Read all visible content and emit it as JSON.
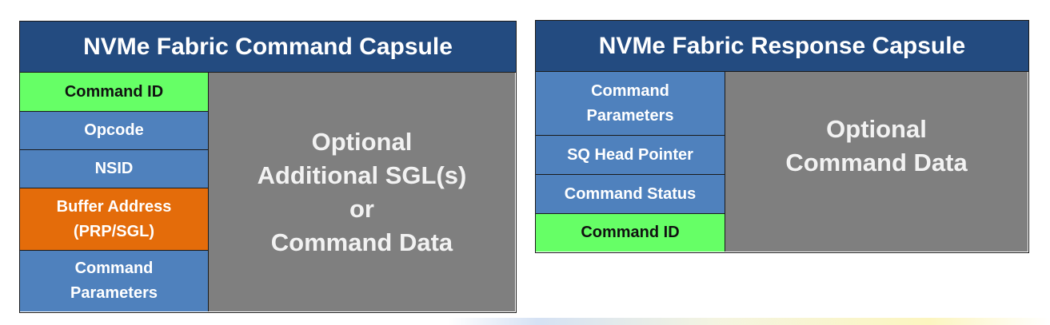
{
  "command_capsule": {
    "title": "NVMe Fabric Command Capsule",
    "fields": [
      {
        "label": "Command ID",
        "color": "#66ff66"
      },
      {
        "label": "Opcode",
        "color": "#4f81bd"
      },
      {
        "label": "NSID",
        "color": "#4f81bd"
      },
      {
        "label": "Buffer Address\n(PRP/SGL)",
        "color": "#e46c0a"
      },
      {
        "label": "Command\nParameters",
        "color": "#4f81bd"
      }
    ],
    "data_area": "Optional\nAdditional SGL(s)\nor\nCommand Data"
  },
  "response_capsule": {
    "title": "NVMe Fabric Response Capsule",
    "fields": [
      {
        "label": "Command\nParameters",
        "color": "#4f81bd"
      },
      {
        "label": "SQ Head Pointer",
        "color": "#4f81bd"
      },
      {
        "label": "Command Status",
        "color": "#4f81bd"
      },
      {
        "label": "Command ID",
        "color": "#66ff66"
      }
    ],
    "data_area": "Optional\nCommand Data"
  },
  "colors": {
    "title_bar": "#234b80",
    "field_blue": "#4f81bd",
    "field_green": "#66ff66",
    "field_orange": "#e46c0a",
    "data_gray": "#7f7f7f"
  }
}
